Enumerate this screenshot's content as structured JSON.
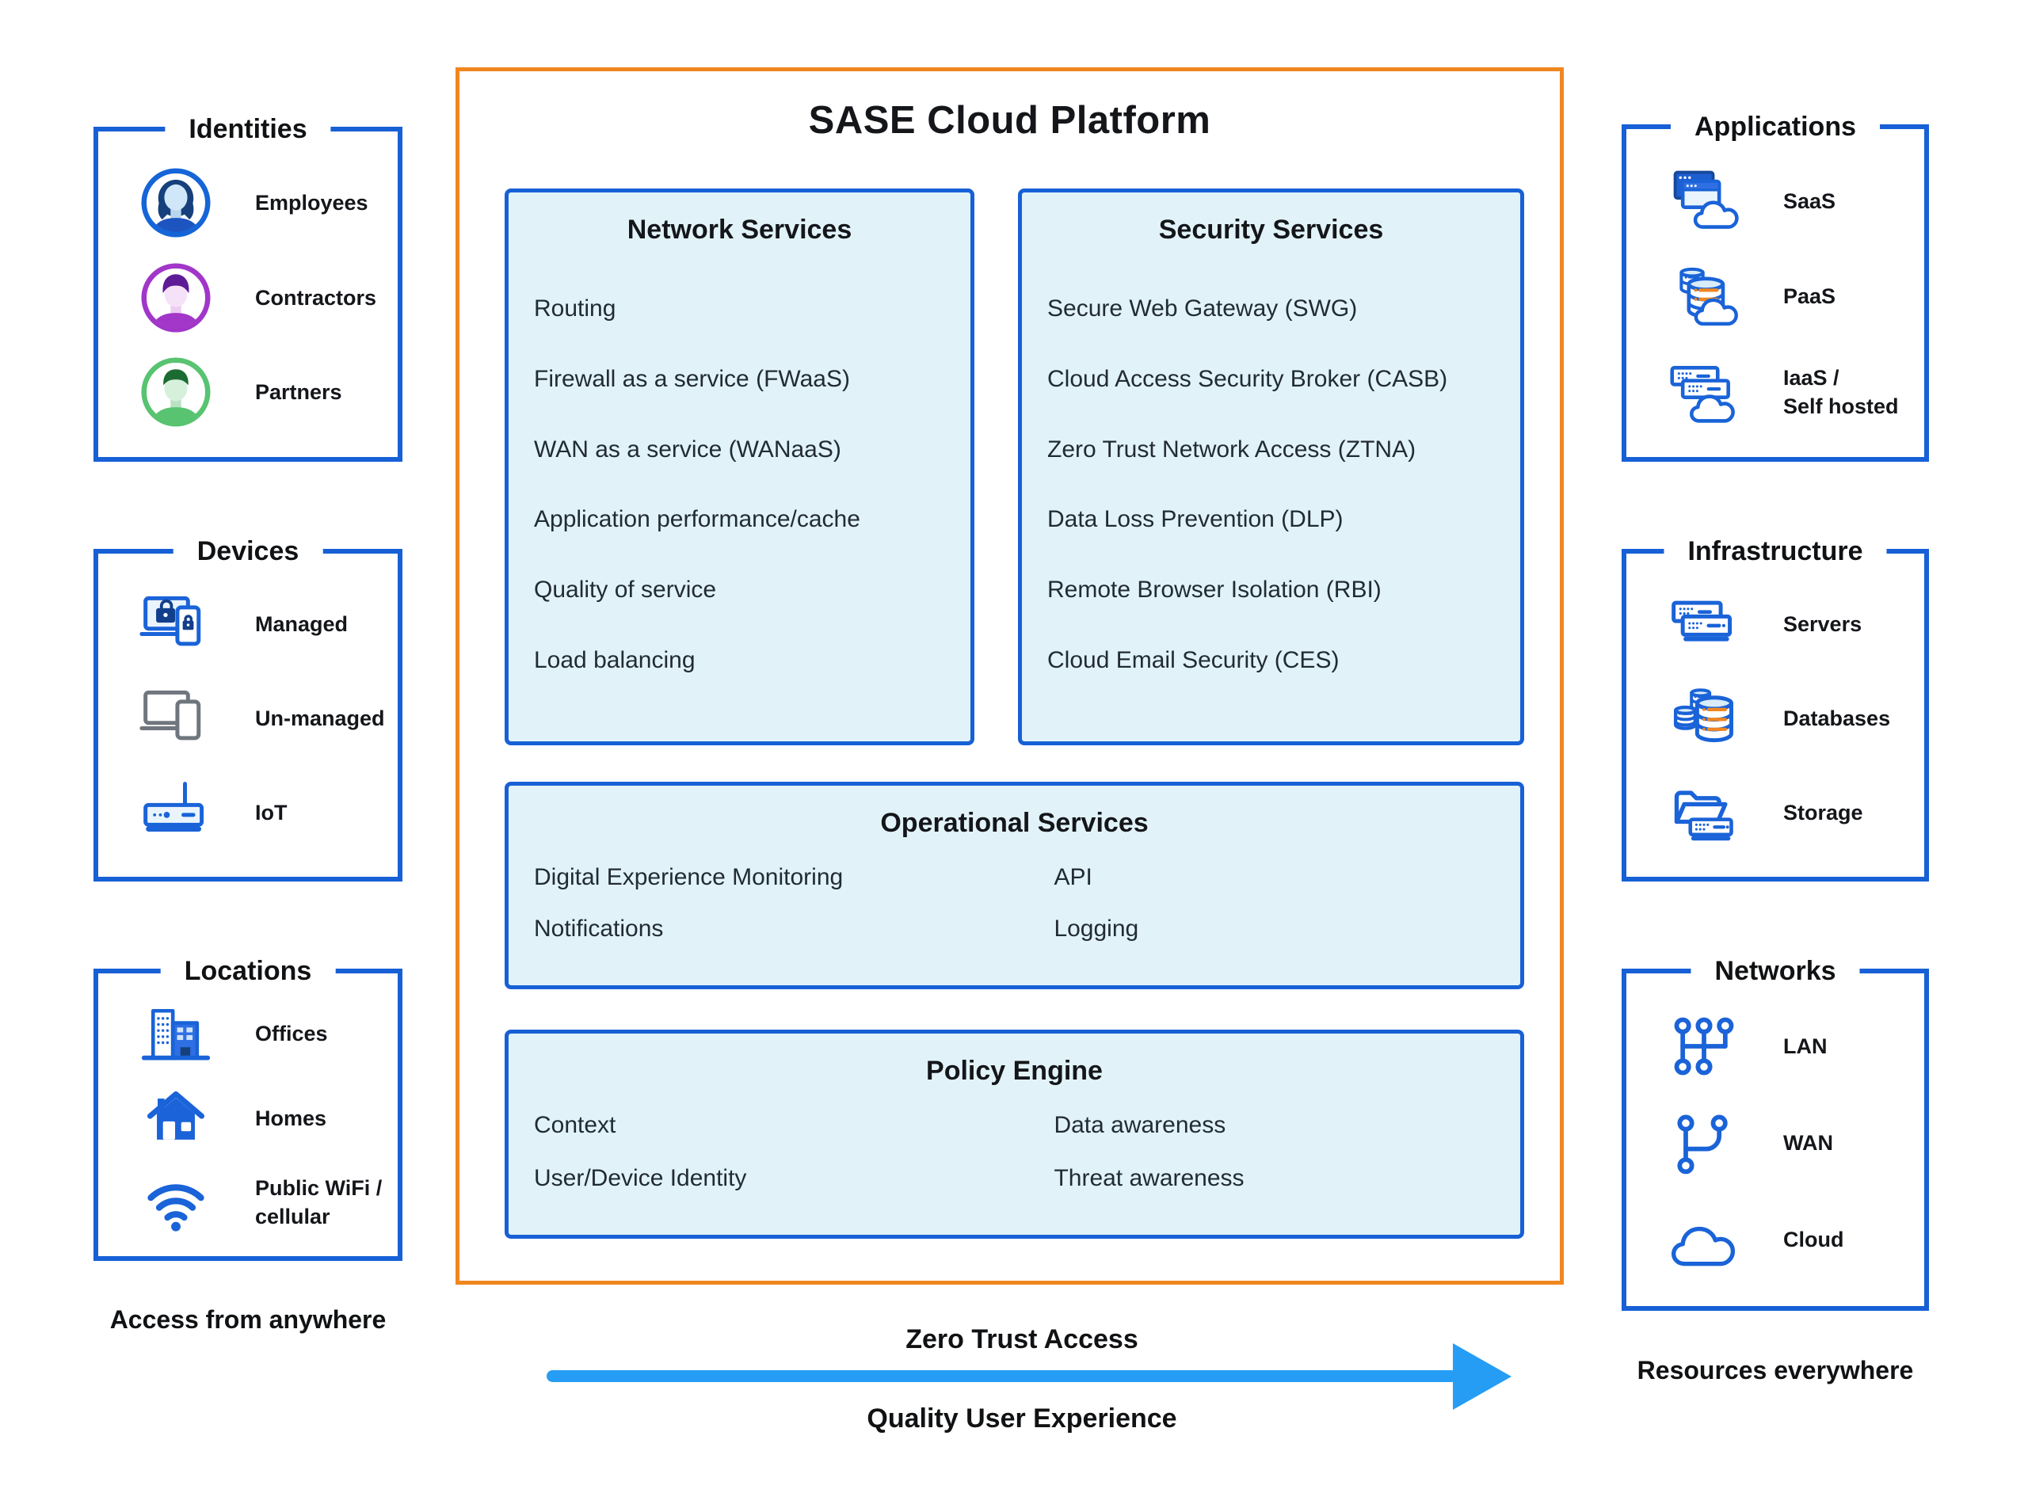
{
  "diagram_title": "SASE Cloud Platform",
  "colors": {
    "primary_blue": "#1760d6",
    "icon_blue": "#1a63d8",
    "light_blue_fill": "#e1f3f9",
    "accent_orange": "#f0861f",
    "arrow_blue": "#259df4",
    "dark_navy": "#16407c"
  },
  "left_column": {
    "caption": "Access from anywhere",
    "groups": [
      {
        "title": "Identities",
        "items": [
          {
            "icon": "employee-avatar-icon",
            "label": "Employees"
          },
          {
            "icon": "contractor-avatar-icon",
            "label": "Contractors"
          },
          {
            "icon": "partner-avatar-icon",
            "label": "Partners"
          }
        ]
      },
      {
        "title": "Devices",
        "items": [
          {
            "icon": "managed-devices-icon",
            "label": "Managed"
          },
          {
            "icon": "unmanaged-devices-icon",
            "label": "Un-managed"
          },
          {
            "icon": "iot-router-icon",
            "label": "IoT"
          }
        ]
      },
      {
        "title": "Locations",
        "items": [
          {
            "icon": "offices-icon",
            "label": "Offices"
          },
          {
            "icon": "home-icon",
            "label": "Homes"
          },
          {
            "icon": "wifi-icon",
            "label": "Public WiFi /\ncellular"
          }
        ]
      }
    ]
  },
  "platform": {
    "title": "SASE Cloud Platform",
    "network_services": {
      "title": "Network Services",
      "items": [
        "Routing",
        "Firewall as a service (FWaaS)",
        "WAN as a service (WANaaS)",
        "Application performance/cache",
        "Quality of service",
        "Load balancing"
      ]
    },
    "security_services": {
      "title": "Security Services",
      "items": [
        "Secure Web Gateway (SWG)",
        "Cloud Access Security Broker (CASB)",
        "Zero Trust Network Access (ZTNA)",
        "Data Loss Prevention (DLP)",
        "Remote Browser Isolation (RBI)",
        "Cloud Email Security (CES)"
      ]
    },
    "operational_services": {
      "title": "Operational Services",
      "left_items": [
        "Digital Experience Monitoring",
        "Notifications"
      ],
      "right_items": [
        "API",
        "Logging"
      ]
    },
    "policy_engine": {
      "title": "Policy Engine",
      "left_items": [
        "Context",
        "User/Device Identity"
      ],
      "right_items": [
        "Data awareness",
        "Threat awareness"
      ]
    }
  },
  "right_column": {
    "caption": "Resources everywhere",
    "groups": [
      {
        "title": "Applications",
        "items": [
          {
            "icon": "saas-icon",
            "label": "SaaS"
          },
          {
            "icon": "paas-icon",
            "label": "PaaS"
          },
          {
            "icon": "iaas-icon",
            "label": "IaaS /\nSelf hosted"
          }
        ]
      },
      {
        "title": "Infrastructure",
        "items": [
          {
            "icon": "servers-icon",
            "label": "Servers"
          },
          {
            "icon": "databases-icon",
            "label": "Databases"
          },
          {
            "icon": "storage-icon",
            "label": "Storage"
          }
        ]
      },
      {
        "title": "Networks",
        "items": [
          {
            "icon": "lan-icon",
            "label": "LAN"
          },
          {
            "icon": "wan-icon",
            "label": "WAN"
          },
          {
            "icon": "cloud-icon",
            "label": "Cloud"
          }
        ]
      }
    ]
  },
  "footer": {
    "arrow_label_top": "Zero Trust Access",
    "arrow_label_bottom": "Quality User Experience"
  }
}
